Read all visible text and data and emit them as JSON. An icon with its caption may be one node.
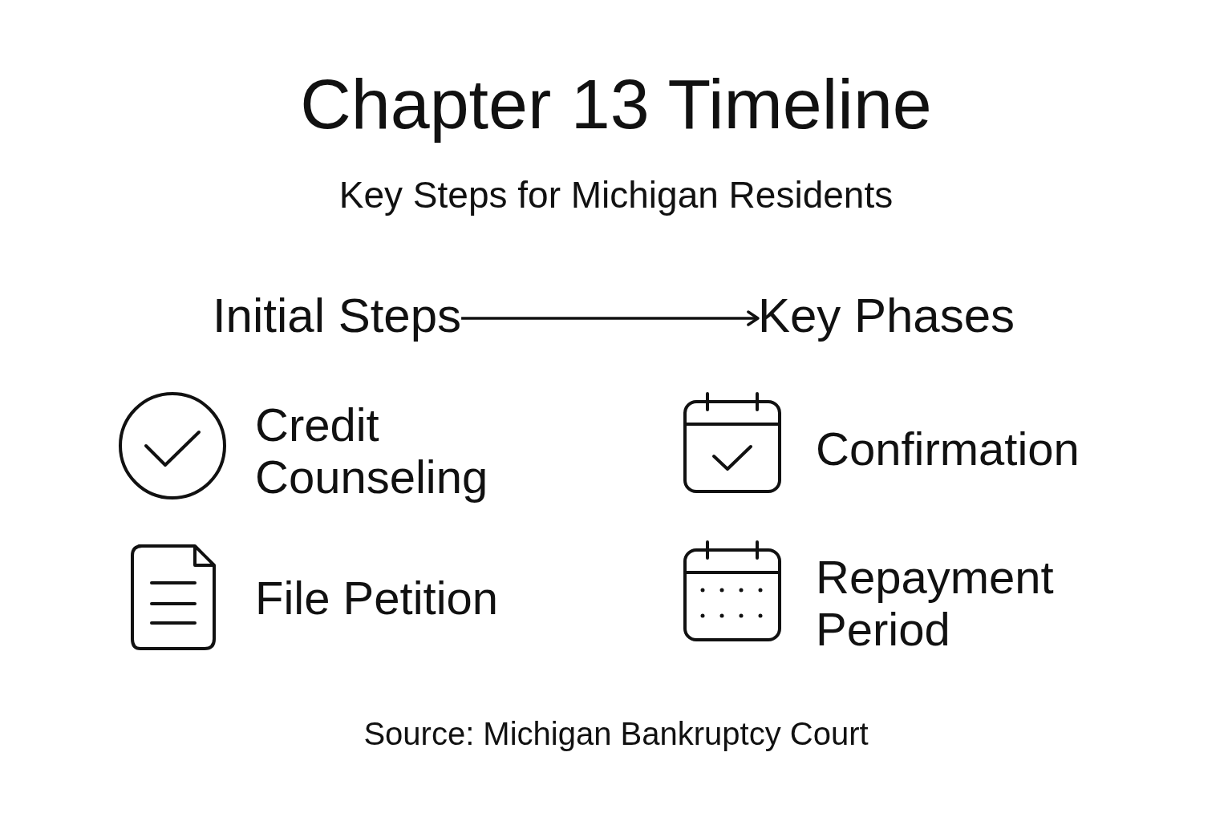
{
  "diagram": {
    "title": "Chapter 13 Timeline",
    "nodes": [
      {
        "text": [
          "Initial Steps"
        ]
      },
      {
        "text": [
          "Key Phases"
        ]
      }
    ],
    "edges": [
      {
        "from": 0,
        "to": 1,
        "arrow": "to"
      }
    ],
    "labels": [
      "Key Steps for Michigan Residents",
      "Credit Counseling",
      "Confirmation",
      "File Petition",
      "Repayment Period"
    ],
    "caption": "Source: Michigan Bankruptcy Court"
  }
}
